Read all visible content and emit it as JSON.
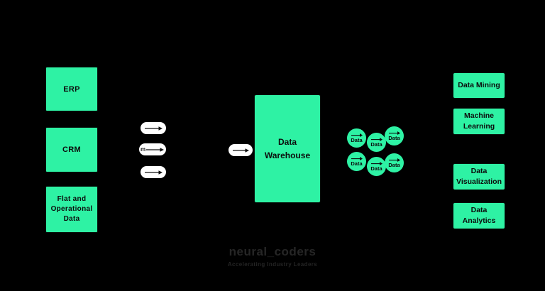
{
  "colors": {
    "background": "#000000",
    "node_green": "#2ef2a4",
    "node_text": "#0c0c0c",
    "pill_white": "#ffffff",
    "arrow_black": "#111111",
    "logo_gray": "#262626"
  },
  "sources": {
    "items": [
      {
        "label": "ERP"
      },
      {
        "label": "CRM"
      },
      {
        "label": "Flat and Operational Data"
      }
    ]
  },
  "flow": {
    "source_pills": [
      {
        "label": ""
      },
      {
        "label": "m"
      },
      {
        "label": ""
      }
    ],
    "warehouse_pill": {
      "label": ""
    }
  },
  "warehouse": {
    "label": "Data Warehouse"
  },
  "marts": {
    "items": [
      {
        "label": "Data"
      },
      {
        "label": "Data"
      },
      {
        "label": "Data"
      },
      {
        "label": "Data"
      },
      {
        "label": "Data"
      },
      {
        "label": "Data"
      }
    ]
  },
  "outputs": {
    "items": [
      {
        "label": "Data Mining"
      },
      {
        "label": "Machine Learning"
      },
      {
        "label": "Data Visualization"
      },
      {
        "label": "Data Analytics"
      }
    ]
  },
  "footer": {
    "brand": "neural_coders",
    "tagline": "Accelerating Industry Leaders"
  }
}
